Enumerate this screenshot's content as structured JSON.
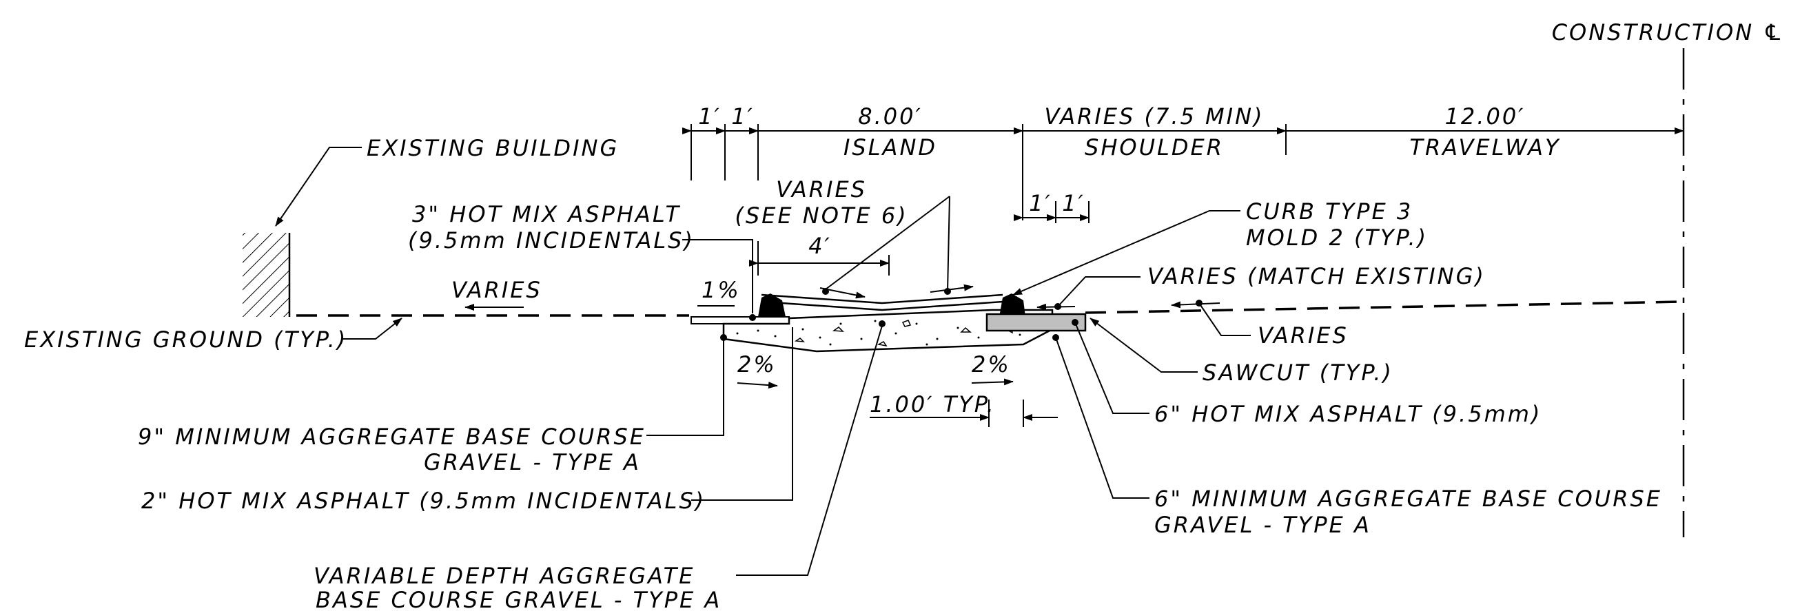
{
  "labels": {
    "construction_cl": "CONSTRUCTION ℄",
    "dim_1ft_a": "1′",
    "dim_1ft_b": "1′",
    "dim_island_width": "8.00′",
    "island": "ISLAND",
    "dim_shoulder_width": "VARIES (7.5 MIN)",
    "shoulder": "SHOULDER",
    "dim_travelway_width": "12.00′",
    "travelway": "TRAVELWAY",
    "existing_building": "EXISTING BUILDING",
    "varies_see_note_1": "VARIES",
    "varies_see_note_2": "(SEE NOTE 6)",
    "dim_4ft": "4′",
    "dim_1ft_c": "1′",
    "dim_1ft_d": "1′",
    "hma_3in_1": "3\" HOT MIX ASPHALT",
    "hma_3in_2": "(9.5mm INCIDENTALS)",
    "curb_1": "CURB TYPE 3",
    "curb_2": "MOLD 2 (TYP.)",
    "varies_match": "VARIES (MATCH EXISTING)",
    "varies_left": "VARIES",
    "slope_1pct": "1%",
    "existing_ground": "EXISTING GROUND (TYP.)",
    "varies_right": "VARIES",
    "slope_2pct_left": "2%",
    "slope_2pct_right": "2%",
    "sawcut": "SAWCUT (TYP.)",
    "dim_1ft_typ": "1.00′ TYP.",
    "hma_6in": "6\" HOT MIX ASPHALT (9.5mm)",
    "agg_9in_1": "9\" MINIMUM AGGREGATE BASE COURSE",
    "agg_9in_2": "GRAVEL - TYPE A",
    "hma_2in": "2\" HOT MIX ASPHALT (9.5mm INCIDENTALS)",
    "agg_6in_1": "6\" MINIMUM AGGREGATE BASE COURSE",
    "agg_6in_2": "GRAVEL - TYPE A",
    "var_depth_1": "VARIABLE DEPTH AGGREGATE",
    "var_depth_2": "BASE COURSE GRAVEL - TYPE A"
  }
}
